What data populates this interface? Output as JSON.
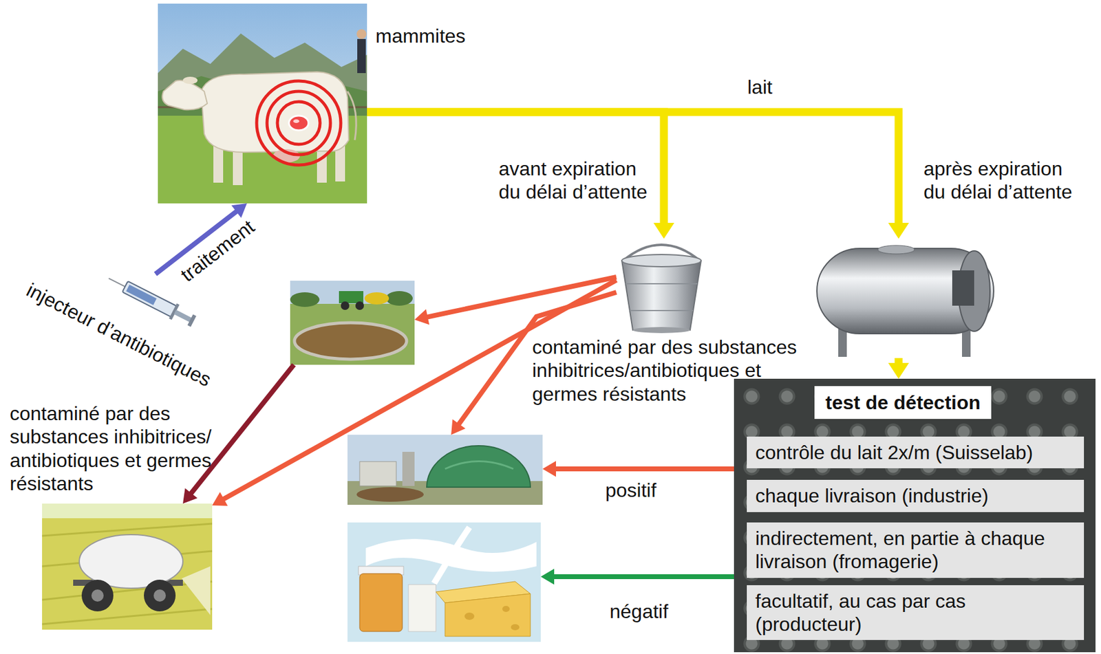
{
  "diagram": {
    "nodes": [
      {
        "text": [
          "mammites"
        ]
      },
      {
        "text": [
          "injecteur d’antibiotiques"
        ]
      },
      {
        "text": [
          "contaminé par des substances inhibitrices/antibiotiques et germes résistants"
        ]
      },
      {
        "text": []
      },
      {
        "text": []
      },
      {
        "text": [
          "test de détection"
        ]
      },
      {
        "text": [
          "contrôle du lait 2x/m (Suisselab)"
        ],
        "in": 5
      },
      {
        "text": [
          "chaque livraison (industrie)"
        ],
        "in": 5
      },
      {
        "text": [
          "indirectement, en partie à chaque livraison (fromagerie)"
        ],
        "in": 5
      },
      {
        "text": [
          "facultatif, au cas par cas (producteur)"
        ],
        "in": 5
      },
      {
        "text": [
          "contaminé par des substances inhibitrices/ antibiotiques et germes résistants"
        ]
      },
      {
        "text": []
      },
      {
        "text": []
      }
    ],
    "edges": [
      {
        "from": 1,
        "to": 0,
        "label": "traitement",
        "arrow": "to"
      },
      {
        "from": 0,
        "to": 2,
        "label": "avant expiration du délai d’attente",
        "arrow": "to"
      },
      {
        "from": 0,
        "to": 3,
        "label": "après expiration du délai d’attente",
        "arrow": "to"
      },
      {
        "from": 3,
        "to": 5,
        "arrow": "to"
      },
      {
        "from": 2,
        "to": 4,
        "arrow": "to"
      },
      {
        "from": 2,
        "to": 10,
        "arrow": "to"
      },
      {
        "from": 2,
        "to": 11,
        "arrow": "to"
      },
      {
        "from": 4,
        "to": 10,
        "arrow": "to"
      },
      {
        "from": 5,
        "to": 11,
        "label": "positif",
        "arrow": "to"
      },
      {
        "from": 5,
        "to": 12,
        "label": "négatif",
        "arrow": "to"
      }
    ],
    "labels": [
      "lait"
    ]
  }
}
